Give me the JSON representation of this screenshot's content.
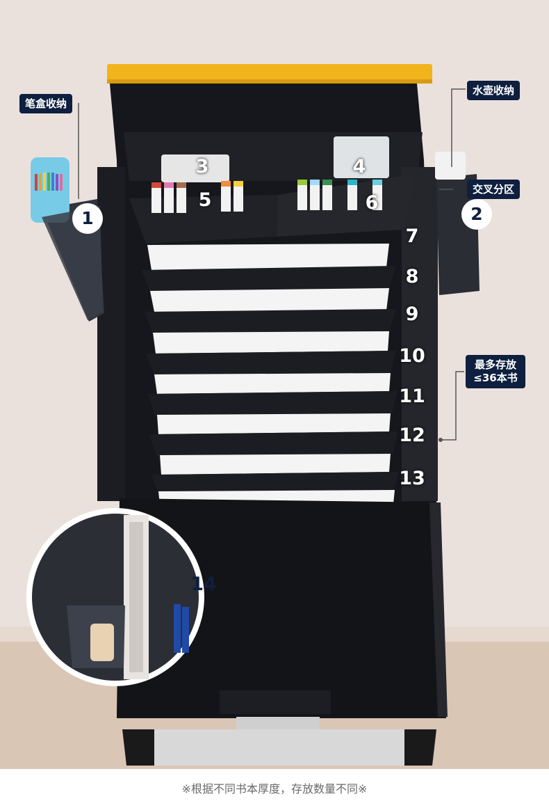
{
  "labels": {
    "pencil_case": "笔盒收纳",
    "kettle": "水壶收纳",
    "cross_partition": "交叉分区",
    "max_storage": "最多存放≤36本书"
  },
  "numbers": [
    "1",
    "2",
    "3",
    "4",
    "5",
    "6",
    "7",
    "8",
    "9",
    "10",
    "11",
    "12",
    "13",
    "14"
  ],
  "footnote": "※根据不同书本厚度，存放数量不同※",
  "colors": {
    "label_bg": "#0e1f3f",
    "bag_black": "#15171c",
    "top_bar": "#f2b41c",
    "wall": "#e9dfda",
    "floor": "#d9c4b2"
  }
}
